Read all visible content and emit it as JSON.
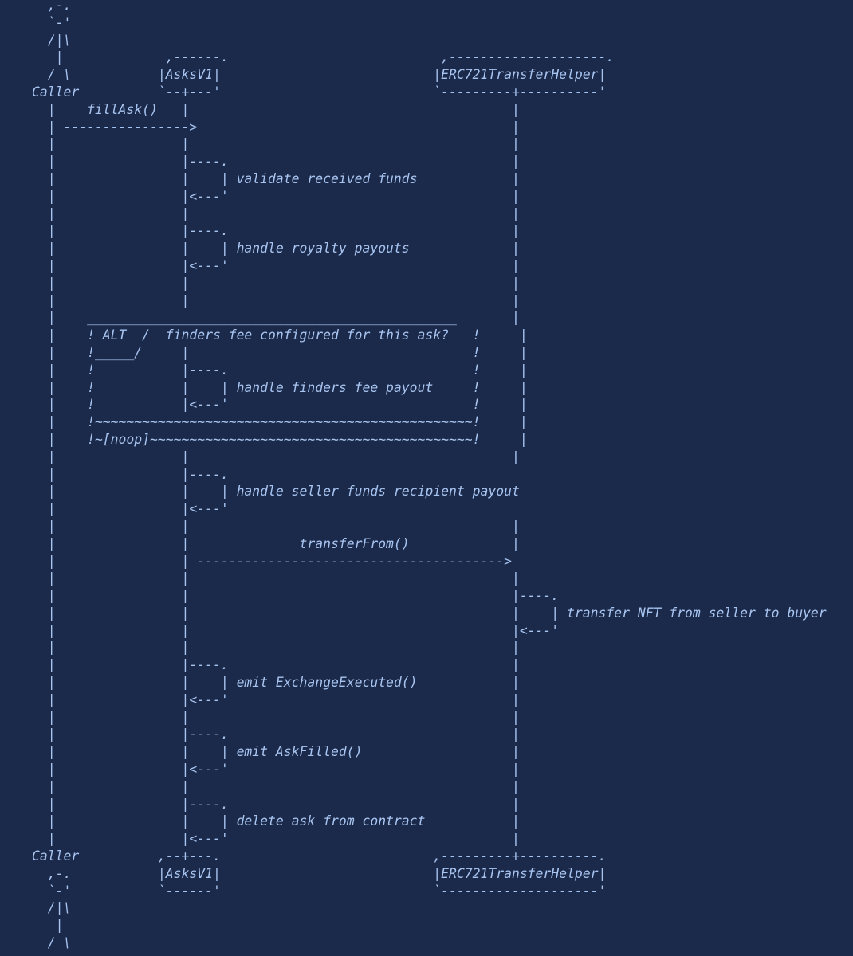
{
  "colors": {
    "background": "#1b2a4a",
    "text": "#a8c4f0"
  },
  "diagram": {
    "type": "ascii-sequence-diagram",
    "participants": [
      "Caller",
      "AsksV1",
      "ERC721TransferHelper"
    ],
    "lines": [
      "  ,-.",
      "  `-'",
      "  /|\\",
      "   |             ,------.                           ,--------------------.",
      "  / \\           |AsksV1|                           |ERC721TransferHelper|",
      "Caller          `--+---'                           `---------+----------'",
      "  |    fillAsk()   |                                         |",
      "  | ---------------->                                        |",
      "  |                |                                         |",
      "  |                |----.                                    |",
      "  |                |    | validate received funds            |",
      "  |                |<---'                                    |",
      "  |                |                                         |",
      "  |                |----.                                    |",
      "  |                |    | handle royalty payouts             |",
      "  |                |<---'                                    |",
      "  |                |                                         |",
      "  |                |                                         |",
      "  |    _______________________________________________       |",
      "  |    ! ALT  /  finders fee configured for this ask?   !     |",
      "  |    !_____/     |                                    !     |",
      "  |    !           |----.                               !     |",
      "  |    !           |    | handle finders fee payout     !     |",
      "  |    !           |<---'                               !     |",
      "  |    !~~~~~~~~~~~~~~~~~~~~~~~~~~~~~~~~~~~~~~~~~~~~~~~~!     |",
      "  |    !~[noop]~~~~~~~~~~~~~~~~~~~~~~~~~~~~~~~~~~~~~~~~~!     |",
      "  |                |                                         |",
      "  |                |----.",
      "  |                |    | handle seller funds recipient payout",
      "  |                |<---'",
      "  |                |                                         |",
      "  |                |              transferFrom()             |",
      "  |                | --------------------------------------->",
      "  |                |                                         |",
      "  |                |                                         |----.",
      "  |                |                                         |    | transfer NFT from seller to buyer",
      "  |                |                                         |<---'",
      "  |                |                                         |",
      "  |                |----.                                    |",
      "  |                |    | emit ExchangeExecuted()            |",
      "  |                |<---'                                    |",
      "  |                |                                         |",
      "  |                |----.                                    |",
      "  |                |    | emit AskFilled()                   |",
      "  |                |<---'                                    |",
      "  |                |                                         |",
      "  |                |----.                                    |",
      "  |                |    | delete ask from contract           |",
      "  |                |<---'                                    |",
      "Caller          ,--+---.                           ,---------+----------.",
      "  ,-.           |AsksV1|                           |ERC721TransferHelper|",
      "  `-'           `------'                           `--------------------'",
      "  /|\\",
      "   |",
      "  / \\"
    ]
  }
}
